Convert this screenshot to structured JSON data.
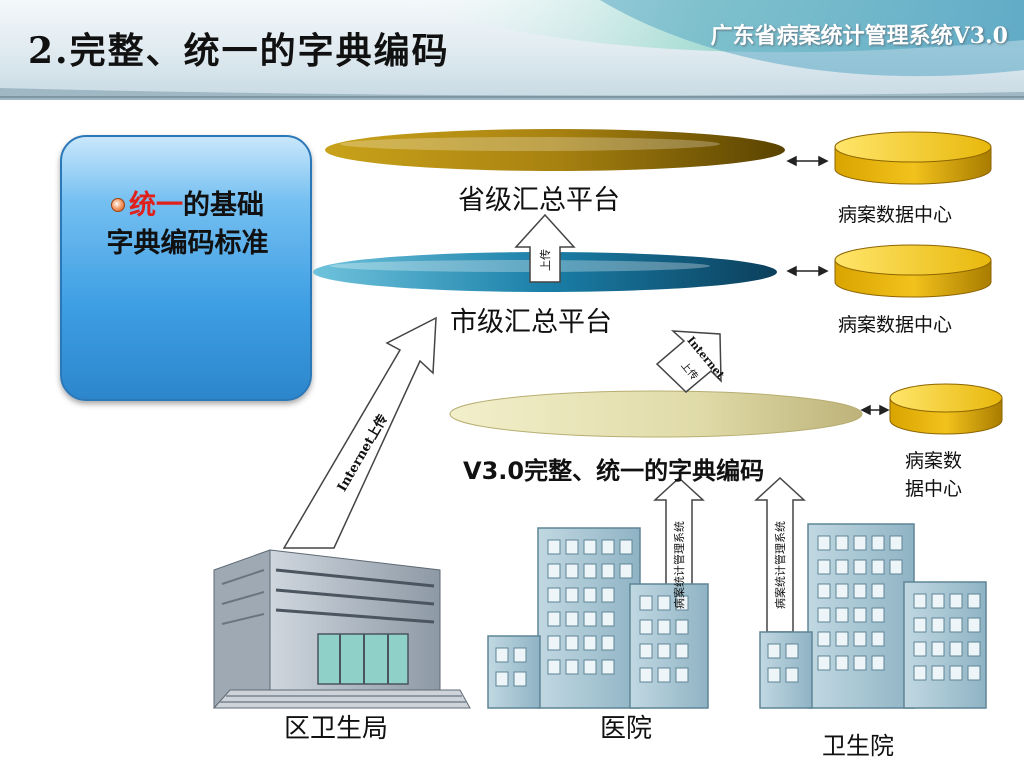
{
  "header": {
    "title": "2.完整、统一的字典编码",
    "app_name": "广东省病案统计管理系统V3.0"
  },
  "side_note": {
    "highlight": "统一",
    "line1_rest": "的基础",
    "line2": "字典编码标准"
  },
  "platforms": {
    "province": "省级汇总平台",
    "city": "市级汇总平台",
    "v3": "V3.0完整、统一的字典编码"
  },
  "data_centers": {
    "label": "病案数据中心",
    "bottom_line1": "病案数",
    "bottom_line2": "据中心"
  },
  "arrows": {
    "upload": "上传",
    "internet": "Internet",
    "internet_upload": "Internet上传",
    "system": "病案统计管理系统"
  },
  "buildings": {
    "district": "区卫生局",
    "hospital": "医院",
    "clinic": "卫生院"
  },
  "colors": {
    "province_disc": "#b08a10",
    "city_disc": "#1a7fa8",
    "v3_disc": "#e0dba8",
    "cylinder": "#e8b80c",
    "side_box": "#3d9ee3",
    "highlight_text": "#e0201b"
  }
}
